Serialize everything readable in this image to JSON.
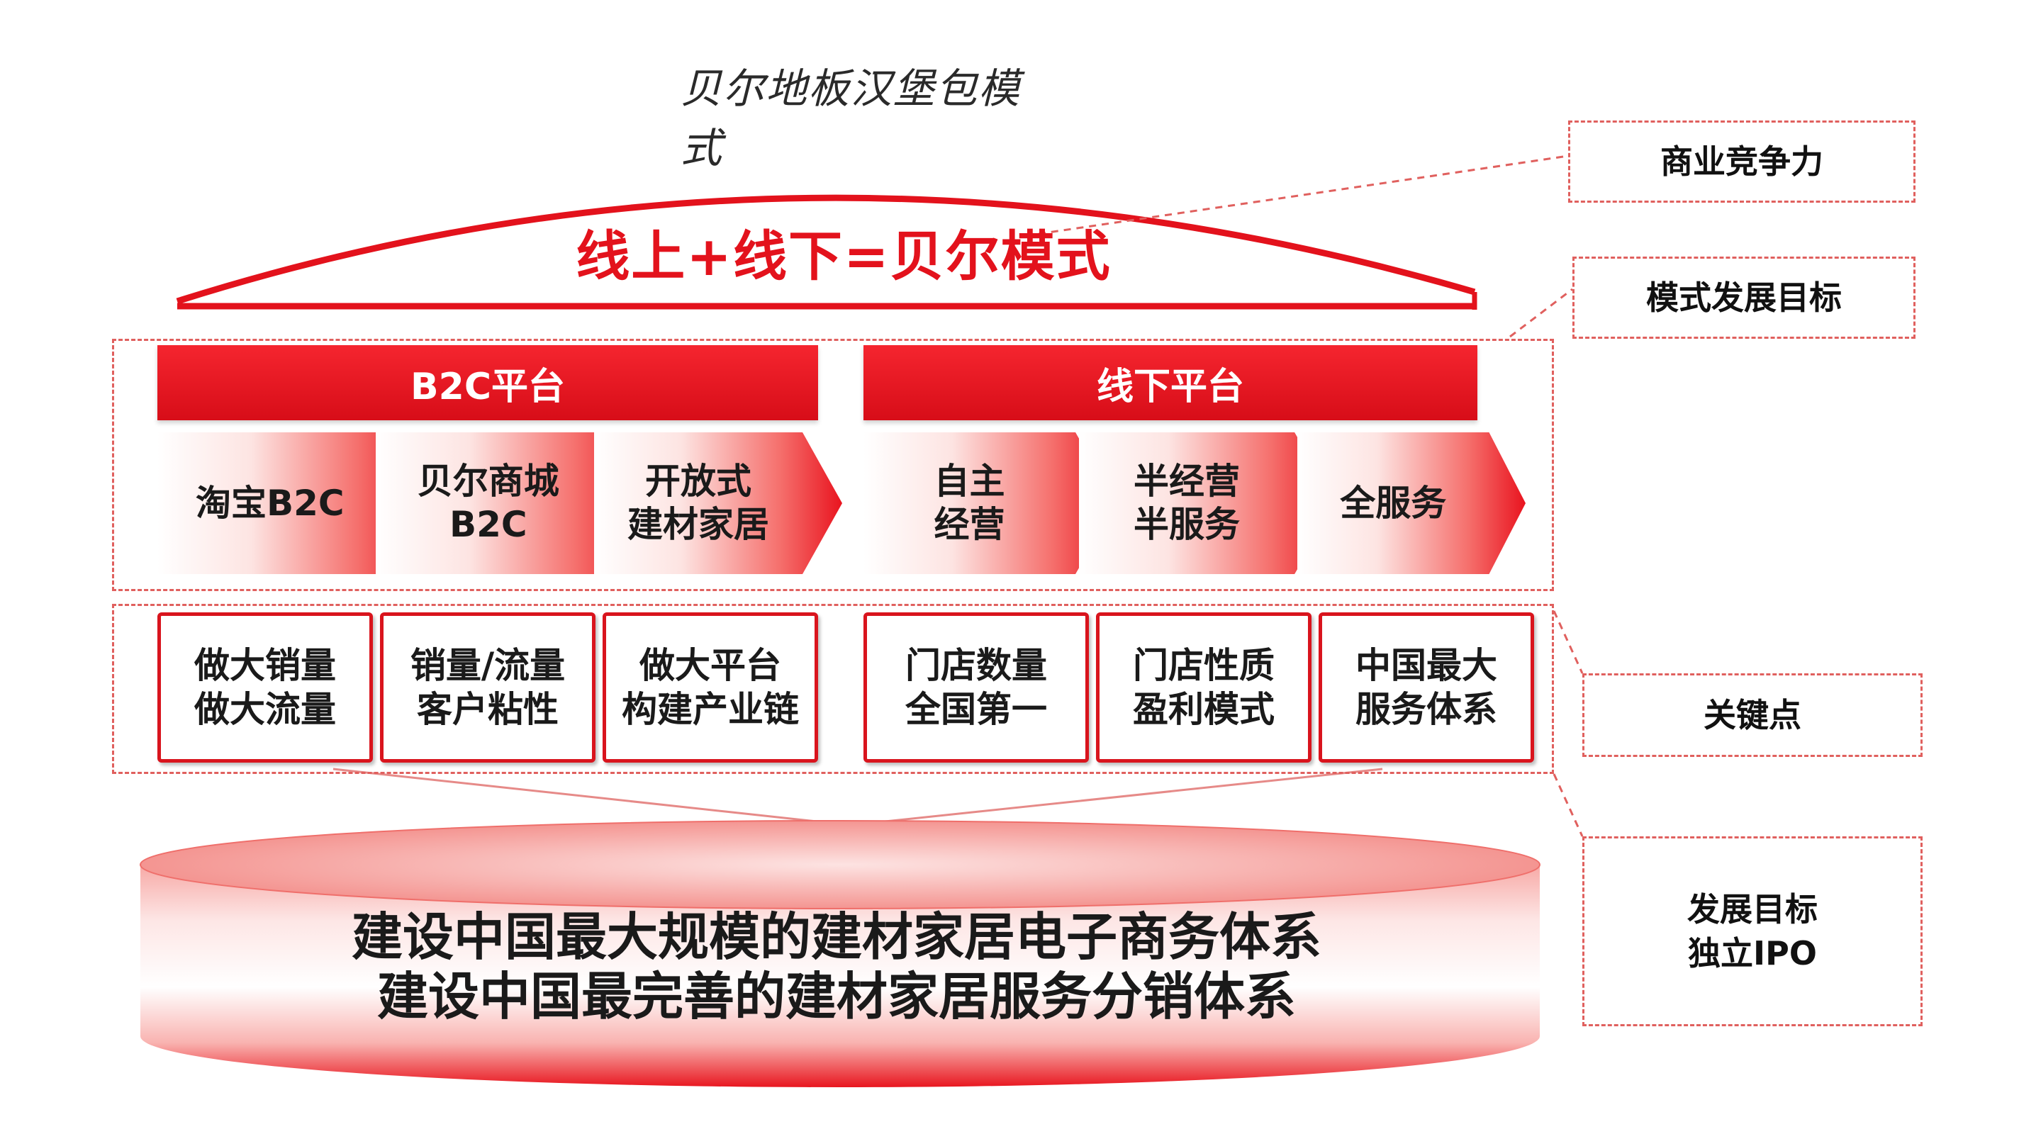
{
  "caption": "贝尔地板汉堡包模式",
  "dome": {
    "title": "线上+线下=贝尔模式"
  },
  "platforms": {
    "online": {
      "title": "B2C平台",
      "steps": [
        "淘宝B2C",
        "贝尔商城\nB2C",
        "开放式\n建材家居"
      ]
    },
    "offline": {
      "title": "线下平台",
      "steps": [
        "自主\n经营",
        "半经营\n半服务",
        "全服务"
      ]
    }
  },
  "key_points": [
    "做大销量\n做大流量",
    "销量/流量\n客户粘性",
    "做大平台\n构建产业链",
    "门店数量\n全国第一",
    "门店性质\n盈利模式",
    "中国最大\n服务体系"
  ],
  "goal": {
    "line1": "建设中国最大规模的建材家居电子商务体系",
    "line2": "建设中国最完善的建材家居服务分销体系"
  },
  "side_labels": {
    "competitiveness": "商业竞争力",
    "model_goal": "模式发展目标",
    "key_point": "关键点",
    "dev_goal": "发展目标\n独立IPO"
  },
  "colors": {
    "accent": "#e3121c",
    "dashed": "#e0605e"
  }
}
